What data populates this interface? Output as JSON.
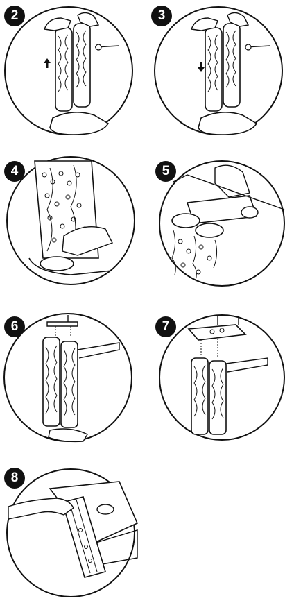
{
  "page": {
    "background": "#ffffff",
    "ink": "#111111"
  },
  "steps": [
    {
      "number": "2",
      "illustration": "lift-brush-rolls-up",
      "arrow": "up-arrow"
    },
    {
      "number": "3",
      "illustration": "lower-brush-rolls-down",
      "arrow": "down-arrow"
    },
    {
      "number": "4",
      "illustration": "brush-roll-closeup"
    },
    {
      "number": "5",
      "illustration": "brush-roll-gears-with-belt"
    },
    {
      "number": "6",
      "illustration": "install-drive-bracket"
    },
    {
      "number": "7",
      "illustration": "attach-top-cover"
    },
    {
      "number": "8",
      "illustration": "insert-assembly-into-machine"
    }
  ]
}
